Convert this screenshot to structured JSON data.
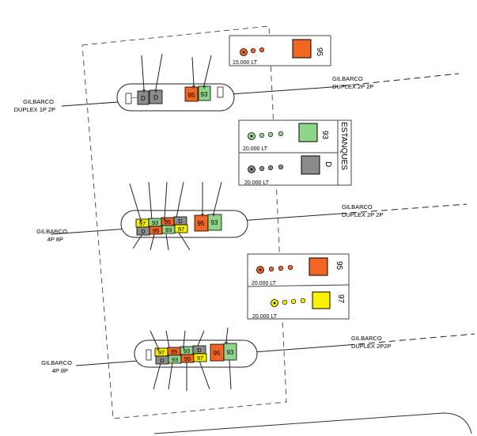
{
  "colors": {
    "fuel_95": "#f26522",
    "fuel_93": "#8fd68a",
    "fuel_97": "#f7f000",
    "fuel_d": "#8c8c8c",
    "line": "#222222",
    "paper": "#ffffff"
  },
  "tanks": {
    "tank1": {
      "volume": "15.000 LT",
      "grade": "95"
    },
    "tank2": {
      "volume": "20.000 LT",
      "grade": "93"
    },
    "tank3": {
      "volume": "20.000 LT",
      "grade": "D"
    },
    "title": "ESTANQUES",
    "tank4": {
      "volume": "20.000 LT",
      "grade": "95"
    },
    "tank5": {
      "volume": "20.000 LT",
      "grade": "97"
    }
  },
  "islands": {
    "i1": {
      "left_label": [
        "GILBARCO",
        "DUPLEX 1P 2P"
      ],
      "right_label": [
        "GILBARCO",
        "DUPLEX 2P 2P"
      ],
      "cells": [
        "D",
        "D",
        "95",
        "93"
      ]
    },
    "i2": {
      "left_label": [
        "GILBARCO",
        "4P 8P"
      ],
      "right_label": [
        "GILBARCO",
        "DUPLEX 2P 2P"
      ],
      "top_cells": [
        "97",
        "93",
        "95",
        "D"
      ],
      "bottom_cells": [
        "D",
        "95",
        "93",
        "97"
      ],
      "side_cells": [
        "95",
        "93"
      ]
    },
    "i3": {
      "left_label": [
        "GILBARCO",
        "4P 8P"
      ],
      "right_label": [
        "GILBARCO",
        "DUPLEX 2P2P"
      ],
      "top_cells": [
        "97",
        "95",
        "93",
        "D"
      ],
      "bottom_cells": [
        "D",
        "93",
        "95",
        "97"
      ],
      "side_cells": [
        "95",
        "93"
      ]
    }
  }
}
